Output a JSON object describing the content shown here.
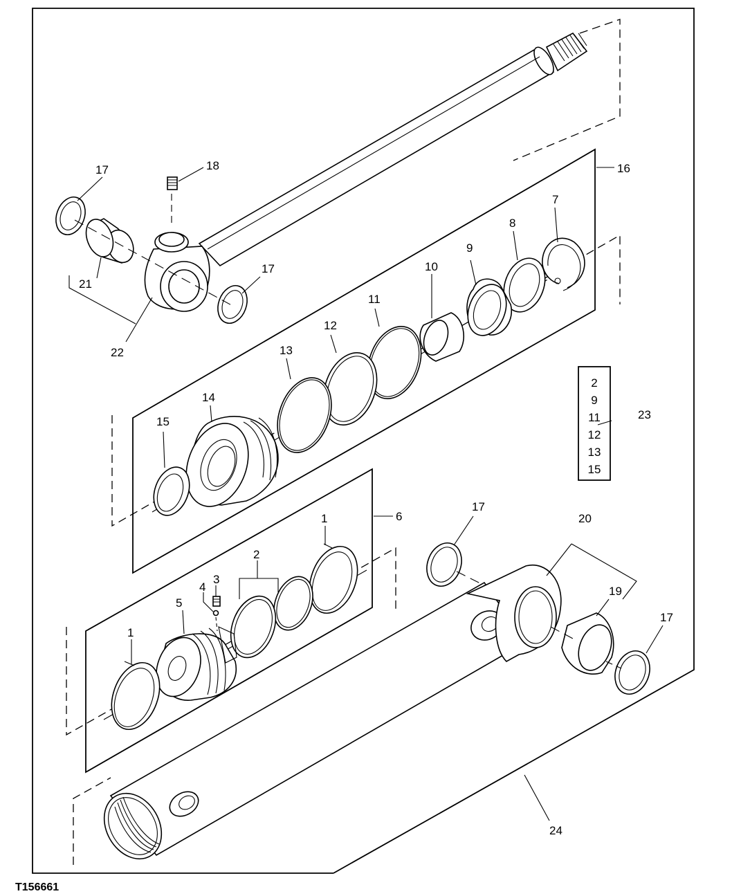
{
  "figure_id": "T156661",
  "callouts": {
    "c1a": "1",
    "c1b": "1",
    "c2": "2",
    "c3": "3",
    "c4": "4",
    "c5": "5",
    "c6": "6",
    "c7": "7",
    "c8": "8",
    "c9": "9",
    "c10": "10",
    "c11": "11",
    "c12": "12",
    "c13": "13",
    "c14": "14",
    "c15": "15",
    "c16": "16",
    "c17a": "17",
    "c17b": "17",
    "c17c": "17",
    "c17d": "17",
    "c18": "18",
    "c19": "19",
    "c20": "20",
    "c21": "21",
    "c22": "22",
    "c23": "23",
    "c24": "24"
  },
  "kit_box_items": [
    "2",
    "9",
    "11",
    "12",
    "13",
    "15"
  ]
}
